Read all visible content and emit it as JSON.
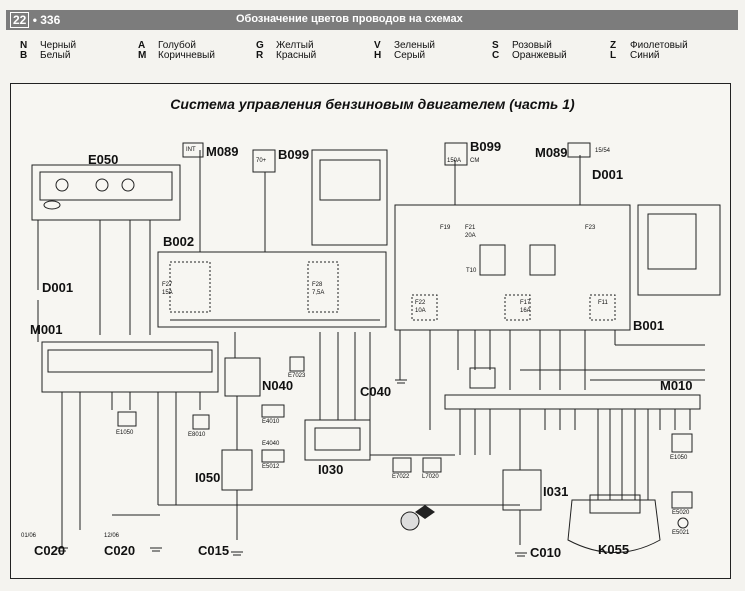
{
  "header": {
    "page_prefix": "22",
    "page_number": "• 336",
    "title": "Обозначение цветов проводов на схемах"
  },
  "legend": [
    {
      "code": "N",
      "name": "Черный"
    },
    {
      "code": "B",
      "name": "Белый"
    },
    {
      "code": "A",
      "name": "Голубой"
    },
    {
      "code": "M",
      "name": "Коричневый"
    },
    {
      "code": "G",
      "name": "Желтый"
    },
    {
      "code": "R",
      "name": "Красный"
    },
    {
      "code": "V",
      "name": "Зеленый"
    },
    {
      "code": "H",
      "name": "Серый"
    },
    {
      "code": "S",
      "name": "Розовый"
    },
    {
      "code": "C",
      "name": "Оранжевый"
    },
    {
      "code": "Z",
      "name": "Фиолетовый"
    },
    {
      "code": "L",
      "name": "Синий"
    }
  ],
  "diagram": {
    "title": "Система управления бензиновым двигателем (часть 1)",
    "components": {
      "e050_top": "E050",
      "d001_left": "D001",
      "m001": "M001",
      "m089_left": "M089",
      "b099_left": "B099",
      "b002": "B002",
      "b099_right": "B099",
      "m089_right": "M089",
      "d001_right": "D001",
      "b001": "B001",
      "m010": "M010",
      "n040": "N040",
      "c040": "C040",
      "i030": "I030",
      "i050": "I050",
      "i031": "I031",
      "k055": "K055",
      "c020_a": "C020",
      "c020_b": "C020",
      "c015": "C015",
      "c010": "C010"
    },
    "small_labels": {
      "e1050": "E1050",
      "e8010": "E8010",
      "e7023": "E7023",
      "e7022": "E7022",
      "l7020": "L7020",
      "e4010": "E4010",
      "e4040": "E4040",
      "e5012": "E5012",
      "e1050b": "E1050",
      "e5020": "E5020",
      "e5021": "E5021",
      "f27": "F27",
      "f28": "F28",
      "f19": "F19",
      "f21": "F21",
      "f17": "F17",
      "f11": "F11",
      "f23": "F23",
      "f22": "F22",
      "t10": "T10",
      "f15a": "15A",
      "f75a": "7,5A",
      "f10a": "10A",
      "f20a": "20A",
      "f16a": "16A",
      "c0106": "01/06",
      "c1206": "12/06",
      "m089_code": "15/54",
      "m089_left_code": "INT",
      "b099_l_code": "70+",
      "b099_r_code": "150A",
      "b099_r_code2": "CM"
    }
  }
}
